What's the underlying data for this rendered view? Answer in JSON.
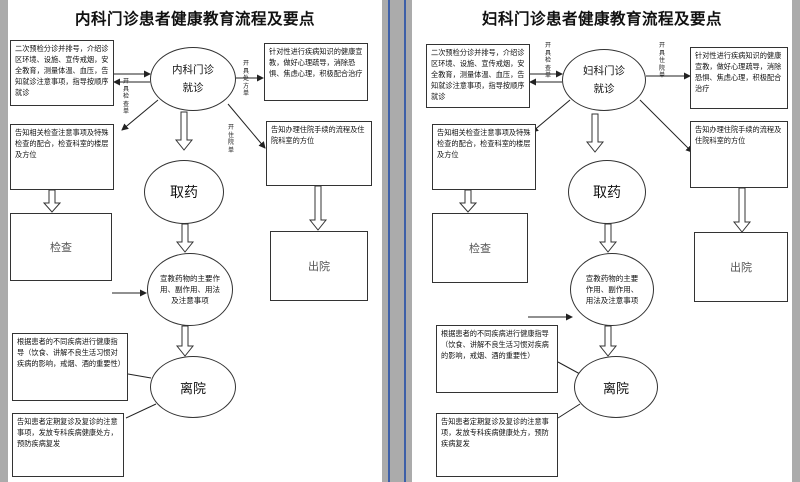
{
  "pages": {
    "left": {
      "title": "内科门诊患者健康教育流程及要点",
      "main_node_line1": "内科门诊",
      "main_node_line2": "就诊",
      "box_triage": "二次预检分诊并排号，介绍诊区环境、设施、宣传戒烟，安全教育，测量体温、血压，告知就诊注意事项，指导按顺序就诊",
      "box_psych": "针对性进行疾病知识的健康宣教，做好心理疏导，消除恐惧、焦虑心理，积极配合治疗",
      "box_exam_notice": "告知相关检查注意事项及特殊检查的配合，检查科室的楼层及方位",
      "box_admission": "告知办理住院手续的流程及住院科室的方位",
      "node_medicine": "取药",
      "node_exam": "检查",
      "node_discharge_box": "出院",
      "node_drug_info": "宣教药物的主要作用、副作用、用法及注意事项",
      "box_health_guidance": "根据患者的不同疾病进行健康指导（饮食、讲解不良生活习惯对疾病的影响，戒烟、酒的重要性）",
      "node_leave": "离院",
      "box_followup": "告知患者定期复诊及复诊的注意事项，发放专科疾病健康处方，预防疾病复发",
      "label_exam_order": "开具检查单",
      "label_prescription": "开具处方单",
      "label_admission_order": "开住院单"
    },
    "right": {
      "title": "妇科门诊患者健康教育流程及要点",
      "main_node_line1": "妇科门诊",
      "main_node_line2": "就诊",
      "box_triage": "二次预检分诊并排号，介绍诊区环境、设施、宣传戒烟，安全教育，测量体温、血压，告知就诊注意事项，指导按顺序就诊",
      "box_psych": "针对性进行疾病知识的健康宣教，做好心理疏导，消除恐惧、焦虑心理，积极配合治疗",
      "box_exam_notice": "告知相关检查注意事项及特殊检查的配合，检查科室的楼层及方位",
      "box_admission": "告知办理住院手续的流程及住院科室的方位",
      "node_medicine": "取药",
      "node_exam": "检查",
      "node_discharge_box": "出院",
      "node_drug_info": "宣教药物的主要作用、副作用、用法及注意事项",
      "box_health_guidance": "根据患者的不同疾病进行健康指导（饮食、讲解不良生活习惯对疾病的影响，戒烟、酒的重要性）",
      "node_leave": "离院",
      "box_followup": "告知患者定期复诊及复诊的注意事项，发放专科疾病健康处方，预防疾病复发",
      "label_exam_order": "开具检查单",
      "label_prescription": "开具住院单"
    }
  }
}
